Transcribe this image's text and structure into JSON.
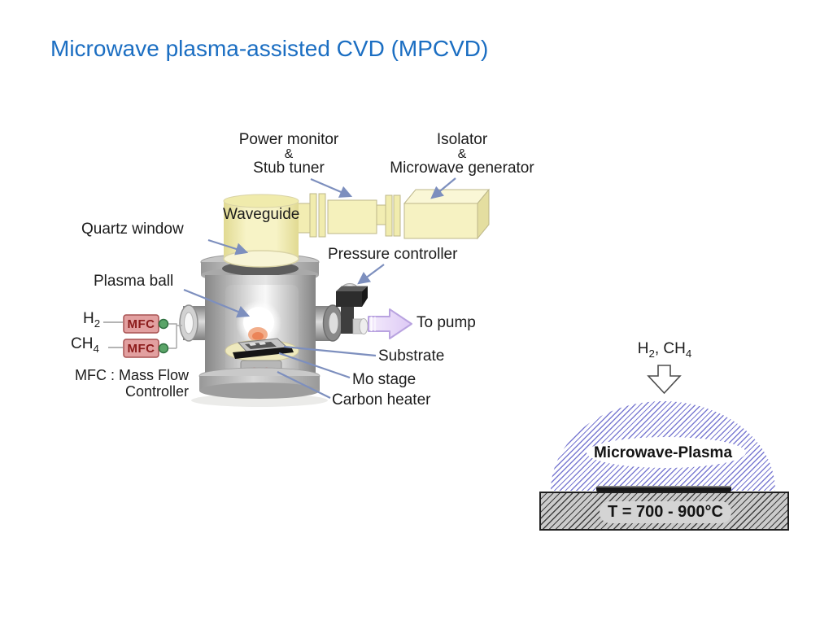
{
  "title": {
    "text": "Microwave plasma-assisted CVD (MPCVD)"
  },
  "apparatus": {
    "power_monitor_label": {
      "line1": "Power monitor",
      "amp": "&",
      "line2": "Stub tuner"
    },
    "isolator_label": {
      "line1": "Isolator",
      "amp": "&",
      "line2": "Microwave generator"
    },
    "waveguide_label": "Waveguide",
    "quartz_window_label": "Quartz window",
    "pressure_controller_label": "Pressure controller",
    "plasma_ball_label": "Plasma ball",
    "to_pump_label": "To pump",
    "substrate_label": "Substrate",
    "mo_stage_label": "Mo stage",
    "carbon_heater_label": "Carbon heater",
    "gas_h2": {
      "base": "H",
      "sub": "2"
    },
    "gas_ch4": {
      "base": "CH",
      "sub": "4"
    },
    "mfc_box_label": "MFC",
    "mfc_legend_line1": "MFC : Mass Flow",
    "mfc_legend_line2": "Controller"
  },
  "schematic": {
    "gas_label": {
      "g1_base": "H",
      "g1_sub": "2",
      "separator": ", ",
      "g2_base": "CH",
      "g2_sub": "4"
    },
    "plasma_label": "Microwave-Plasma",
    "temperature_label": "T = 700 - 900°C"
  },
  "colors": {
    "title_blue": "#1b6ec2",
    "pointer_arrow": "#7d8fbe",
    "plasma_hatch": "#7b7bd2",
    "waveguide_yellow": "#f6f2c0",
    "mfc_pink": "#e2a0a0",
    "valve_green": "#5aa468",
    "pump_arrow_lavender": "#e9dcf7",
    "stage_gray": "#cbcbcb"
  }
}
